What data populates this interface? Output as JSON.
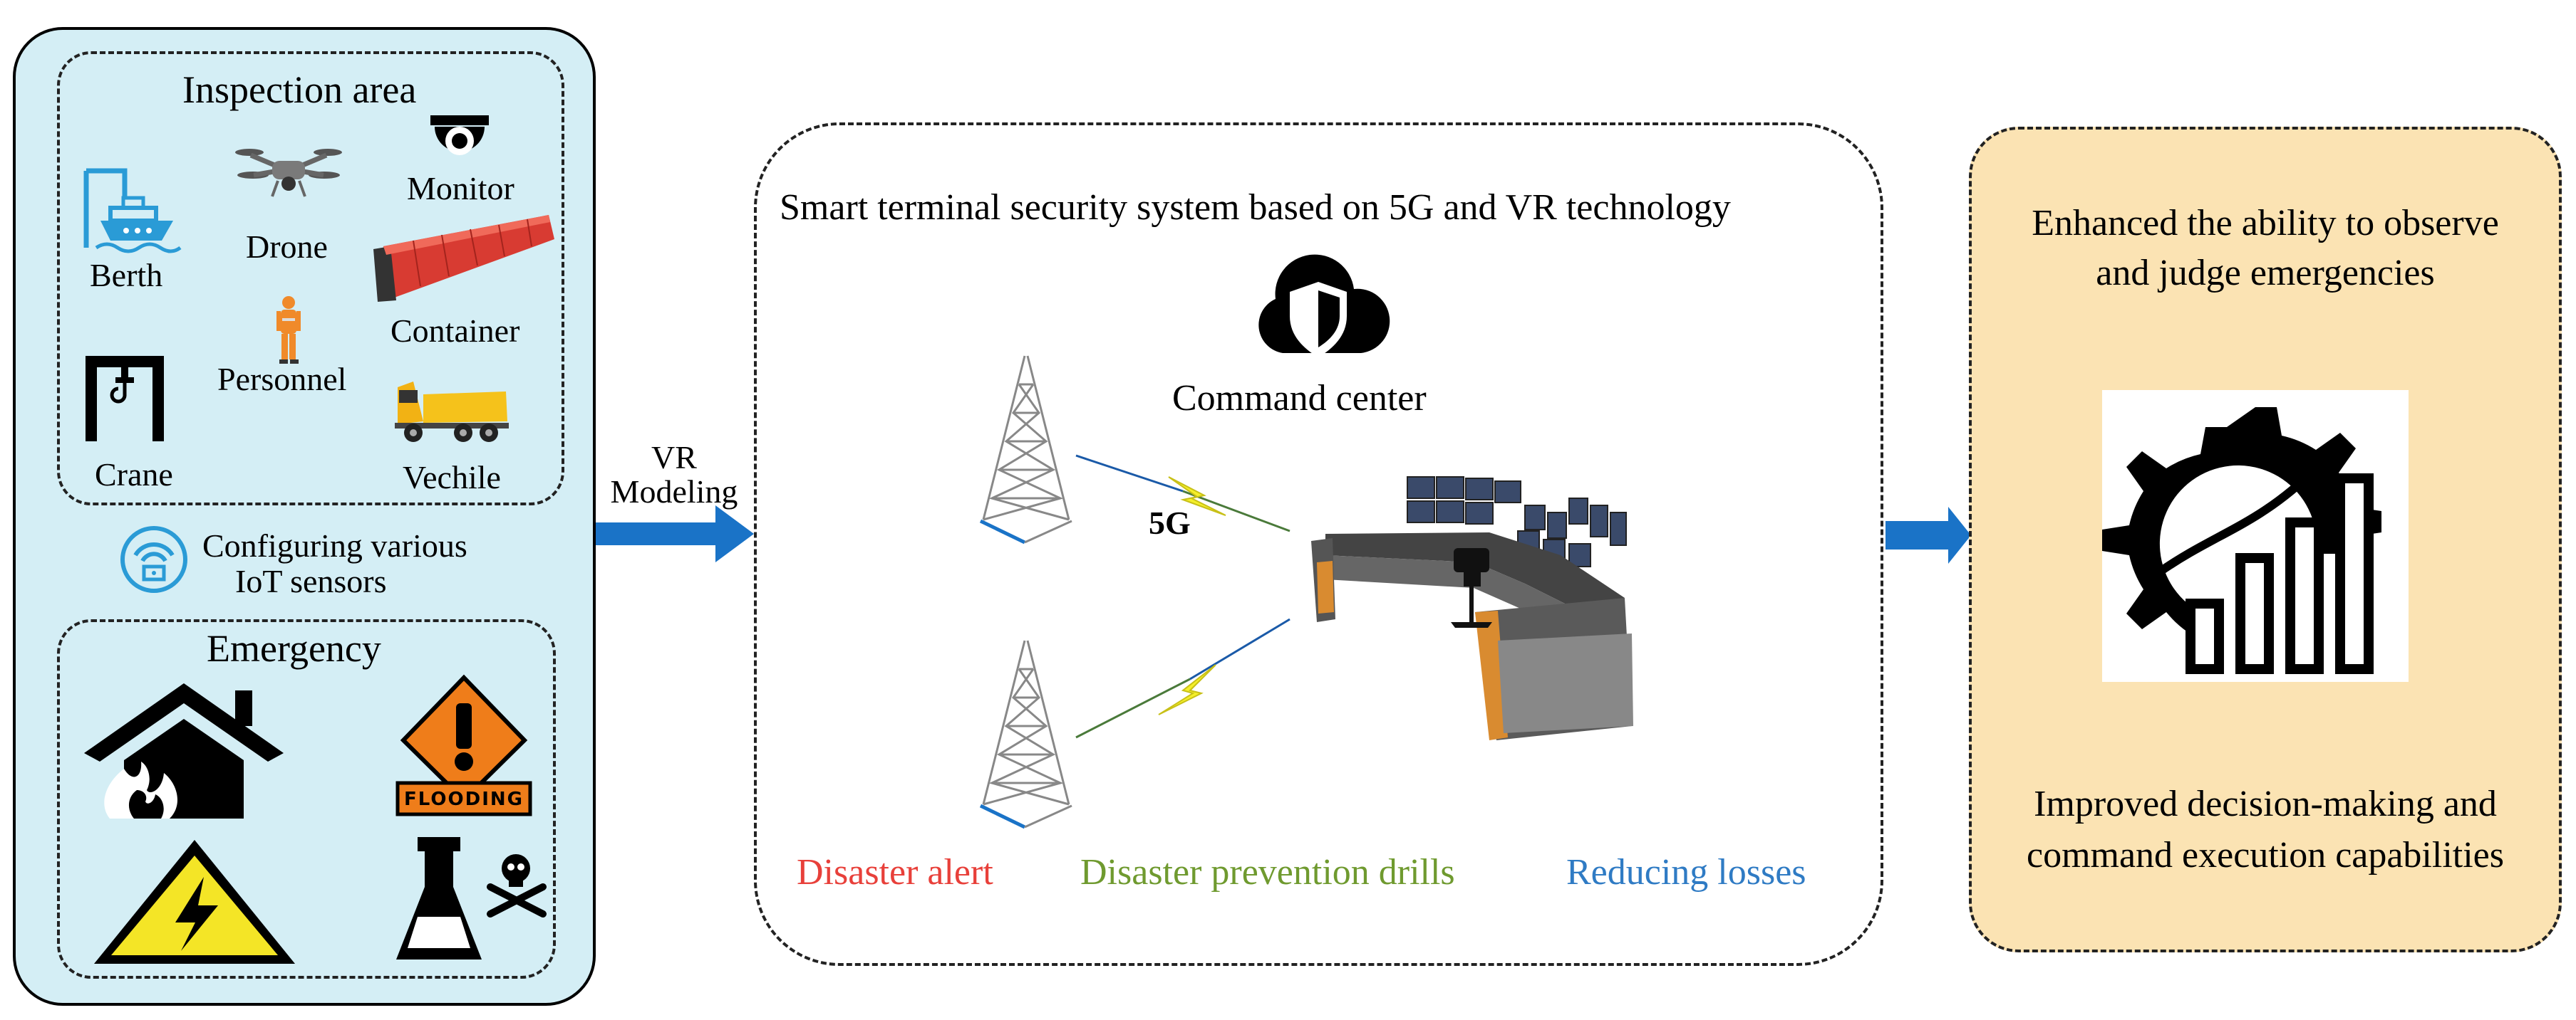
{
  "inspection": {
    "title": "Inspection area",
    "items": {
      "berth": "Berth",
      "drone": "Drone",
      "monitor": "Monitor",
      "container": "Container",
      "personnel": "Personnel",
      "crane": "Crane",
      "vehicle": "Vechile"
    }
  },
  "iot": {
    "line1": "Configuring various",
    "line2": "IoT sensors"
  },
  "emergency": {
    "title": "Emergency",
    "flood_sign": "FLOODING"
  },
  "arrow1": {
    "line1": "VR",
    "line2": "Modeling"
  },
  "system": {
    "title": "Smart terminal security system based on 5G and VR technology",
    "command_center": "Command center",
    "signal_label": "5G",
    "outcomes": [
      {
        "label": "Disaster alert",
        "color": "#e8403a"
      },
      {
        "label": "Disaster prevention drills",
        "color": "#6f9a2f"
      },
      {
        "label": "Reducing losses",
        "color": "#2f7bc4"
      }
    ]
  },
  "results": {
    "top_line1": "Enhanced the ability to observe",
    "top_line2": "and judge emergencies",
    "bottom_line1": "Improved decision-making and",
    "bottom_line2": "command execution capabilities"
  },
  "colors": {
    "arrow": "#1a73c7",
    "left_bg": "#d4eef5",
    "right_bg": "#fbe3b3",
    "icon_blue": "#2a9bd6"
  }
}
